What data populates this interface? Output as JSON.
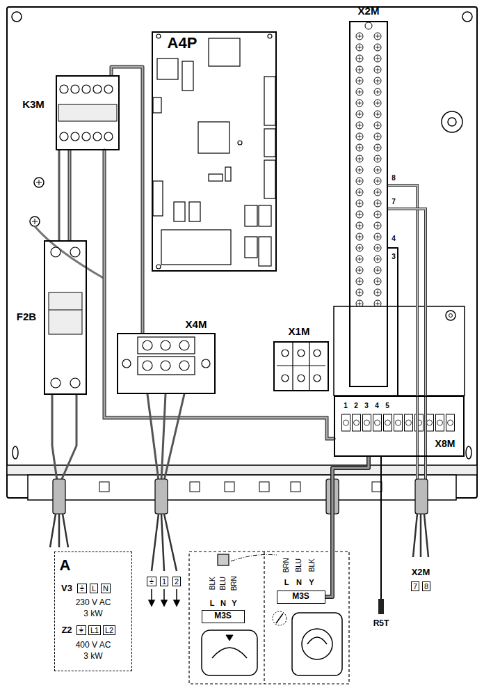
{
  "diagram": {
    "nodes": [
      {
        "text": [
          "A4P"
        ]
      },
      {
        "text": [
          "X2M"
        ]
      },
      {
        "text": [
          "K3M"
        ]
      },
      {
        "text": [
          "F2B"
        ]
      },
      {
        "text": [
          "X4M"
        ]
      },
      {
        "text": [
          "X1M"
        ]
      },
      {
        "text": [
          "X8M"
        ]
      },
      {
        "text": [
          "A"
        ]
      },
      {
        "text": [
          "M3S"
        ]
      },
      {
        "text": [
          "M3S"
        ]
      }
    ],
    "edges": [
      {
        "from": 3,
        "to": 2,
        "arrow": "none"
      },
      {
        "from": 2,
        "to": 4,
        "arrow": "none"
      },
      {
        "from": 1,
        "to": 6,
        "arrow": "none"
      },
      {
        "from": 6,
        "to": 9,
        "arrow": "none"
      }
    ],
    "labels": [
      "8",
      "7",
      "4",
      "3",
      "1",
      "2",
      "3",
      "4",
      "5",
      "V3",
      "⏚",
      "L",
      "N",
      "230 V AC",
      "3 kW",
      "Z2",
      "⏚",
      "L1",
      "L2",
      "400 V AC",
      "3 kW",
      "⏚",
      "1",
      "2",
      "BLK",
      "BLU",
      "BRN",
      "L",
      "N",
      "Y",
      "BRN",
      "BLU",
      "BLK",
      "L",
      "N",
      "Y",
      "X2M",
      "7",
      "8",
      "R5T"
    ]
  }
}
